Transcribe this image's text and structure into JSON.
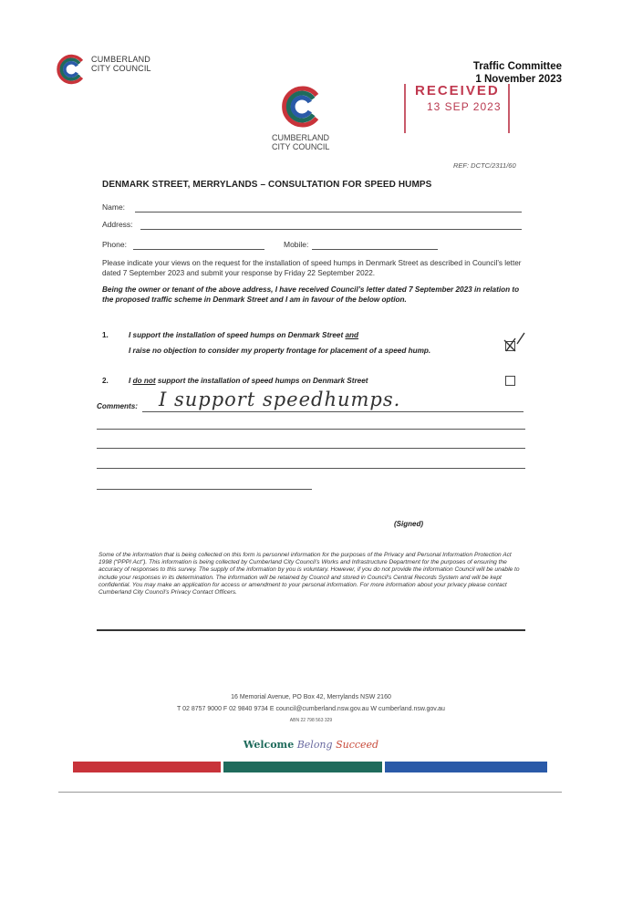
{
  "header": {
    "org_name_line1": "CUMBERLAND",
    "org_name_line2": "CITY COUNCIL",
    "committee": "Traffic Committee",
    "date": "1 November 2023"
  },
  "stamp": {
    "text": "RECEIVED",
    "date": "13 SEP 2023",
    "color": "#c0394f"
  },
  "letterhead": {
    "org_name_line1": "CUMBERLAND",
    "org_name_line2": "CITY COUNCIL",
    "ref": "REF: DCTC/2311/60"
  },
  "form": {
    "title": "DENMARK STREET, MERRYLANDS – CONSULTATION FOR SPEED HUMPS",
    "name_label": "Name:",
    "address_label": "Address:",
    "phone_label": "Phone:",
    "mobile_label": "Mobile:",
    "intro": "Please indicate your views on the request for the installation of speed humps in Denmark Street as described in Council’s letter dated 7 September 2023 and submit your response by Friday 22 September 2022.",
    "declaration": "Being the owner or tenant of the above address, I have received Council’s letter dated 7 September 2023 in relation to the proposed traffic scheme in Denmark Street and I am in favour of the below option.",
    "option1_num": "1.",
    "option1_line1_pre": "I support the installation of speed humps on Denmark Street ",
    "option1_line1_and": "and",
    "option1_line2": "I raise no objection to consider my property frontage for placement of a speed hump.",
    "option1_checked": true,
    "option2_num": "2.",
    "option2_pre": "I ",
    "option2_donot": "do not",
    "option2_post": " support the installation of speed humps on Denmark Street",
    "option2_checked": false,
    "comments_label": "Comments:",
    "comments_value": "I support speedhumps.",
    "signed_label": "(Signed)",
    "privacy": "Some of the information that is being collected on this form is personnel information for the purposes of the Privacy and Personal Information Protection Act 1998 (“PPPI Act”). This information is being collected by Cumberland City Council’s Works and Infrastructure Department for the purposes of ensuring the accuracy of responses to this survey. The supply of the information by you is voluntary. However, if you do not provide the information Council will be unable to include your responses in its determination. The information will be retained by Council and stored in Council’s Central Records System and will be kept confidential. You may make an application for access or amendment to your personal information. For more information about your privacy please contact Cumberland City Council’s Privacy Contact Officers."
  },
  "footer": {
    "address": "16 Memorial Avenue, PO Box 42, Merrylands NSW 2160",
    "contacts": "T 02 8757 9000   F 02 9840 9734   E council@cumberland.nsw.gov.au   W cumberland.nsw.gov.au",
    "abn": "ABN 22 798 563 329",
    "tagline_welcome": "Welcome",
    "tagline_belong": "Belong",
    "tagline_succeed": "Succeed",
    "bar_colors": [
      "#c8333a",
      "#1f6b5c",
      "#2a5aa8"
    ]
  }
}
